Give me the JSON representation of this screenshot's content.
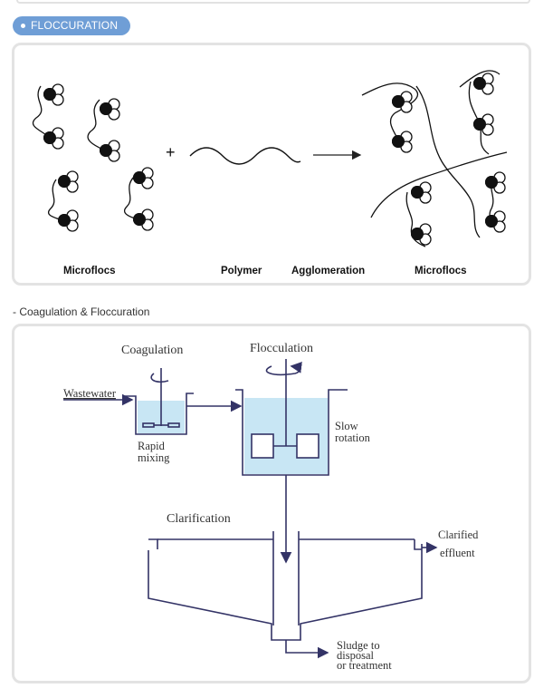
{
  "header": {
    "badge_label": "FLOCCURATION"
  },
  "flocculation_figure": {
    "labels": {
      "microflocs_left": "Microflocs",
      "polymer": "Polymer",
      "agglomeration": "Agglomeration",
      "microflocs_right": "Microflocs",
      "plus": "+"
    }
  },
  "process_section": {
    "title": "- Coagulation & Floccuration",
    "labels": {
      "coagulation": "Coagulation",
      "flocculation": "Flocculation",
      "wastewater": "Wastewater",
      "rapid": "Rapid",
      "mixing": "mixing",
      "slow": "Slow",
      "rotation": "rotation",
      "clarification": "Clarification",
      "clarified": "Clarified",
      "effluent": "effluent",
      "sludge_to": "Sludge to",
      "disposal": "disposal",
      "or_treatment": "or treatment"
    },
    "colors": {
      "water": "#c8e6f4",
      "line": "#333366"
    }
  }
}
